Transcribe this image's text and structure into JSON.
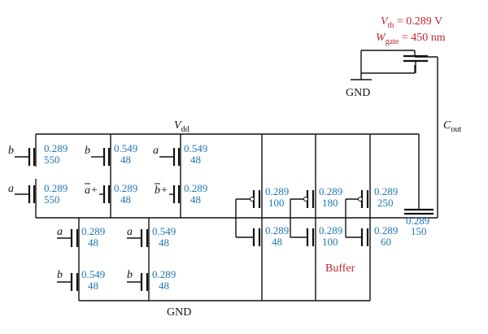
{
  "rails": {
    "vdd_label": "V",
    "vdd_sub": "dd",
    "gnd_label": "GND",
    "gnd2_label": "GND"
  },
  "output": {
    "label": "C",
    "sub": "out"
  },
  "annotation": {
    "vth_sym": "V",
    "vth_sub": "th",
    "vth_val": " = 0.289 V",
    "wg_sym": "W",
    "wg_sub": "gate",
    "wg_val": " = 450 nm"
  },
  "buffer_label": "Buffer",
  "inputs": {
    "a": "a",
    "b": "b",
    "abar": "a",
    "bbar": "b",
    "plus": "+"
  },
  "transistors": [
    {
      "id": "p1",
      "vth": "0.289",
      "w": "550"
    },
    {
      "id": "p2",
      "vth": "0.549",
      "w": "48"
    },
    {
      "id": "p3",
      "vth": "0.549",
      "w": "48"
    },
    {
      "id": "p4",
      "vth": "0.289",
      "w": "550"
    },
    {
      "id": "p5",
      "vth": "0.289",
      "w": "48"
    },
    {
      "id": "p6",
      "vth": "0.289",
      "w": "48"
    },
    {
      "id": "n1",
      "vth": "0.289",
      "w": "48"
    },
    {
      "id": "n2",
      "vth": "0.549",
      "w": "48"
    },
    {
      "id": "n3",
      "vth": "0.549",
      "w": "48"
    },
    {
      "id": "n4",
      "vth": "0.289",
      "w": "48"
    },
    {
      "id": "b1",
      "vth": "0.289",
      "w": "100"
    },
    {
      "id": "b2",
      "vth": "0.289",
      "w": "48"
    },
    {
      "id": "b3",
      "vth": "0.289",
      "w": "180"
    },
    {
      "id": "b4",
      "vth": "0.289",
      "w": "100"
    },
    {
      "id": "b5",
      "vth": "0.289",
      "w": "250"
    },
    {
      "id": "b6",
      "vth": "0.289",
      "w": "60"
    },
    {
      "id": "pass",
      "vth": "0.289",
      "w": "150"
    }
  ]
}
